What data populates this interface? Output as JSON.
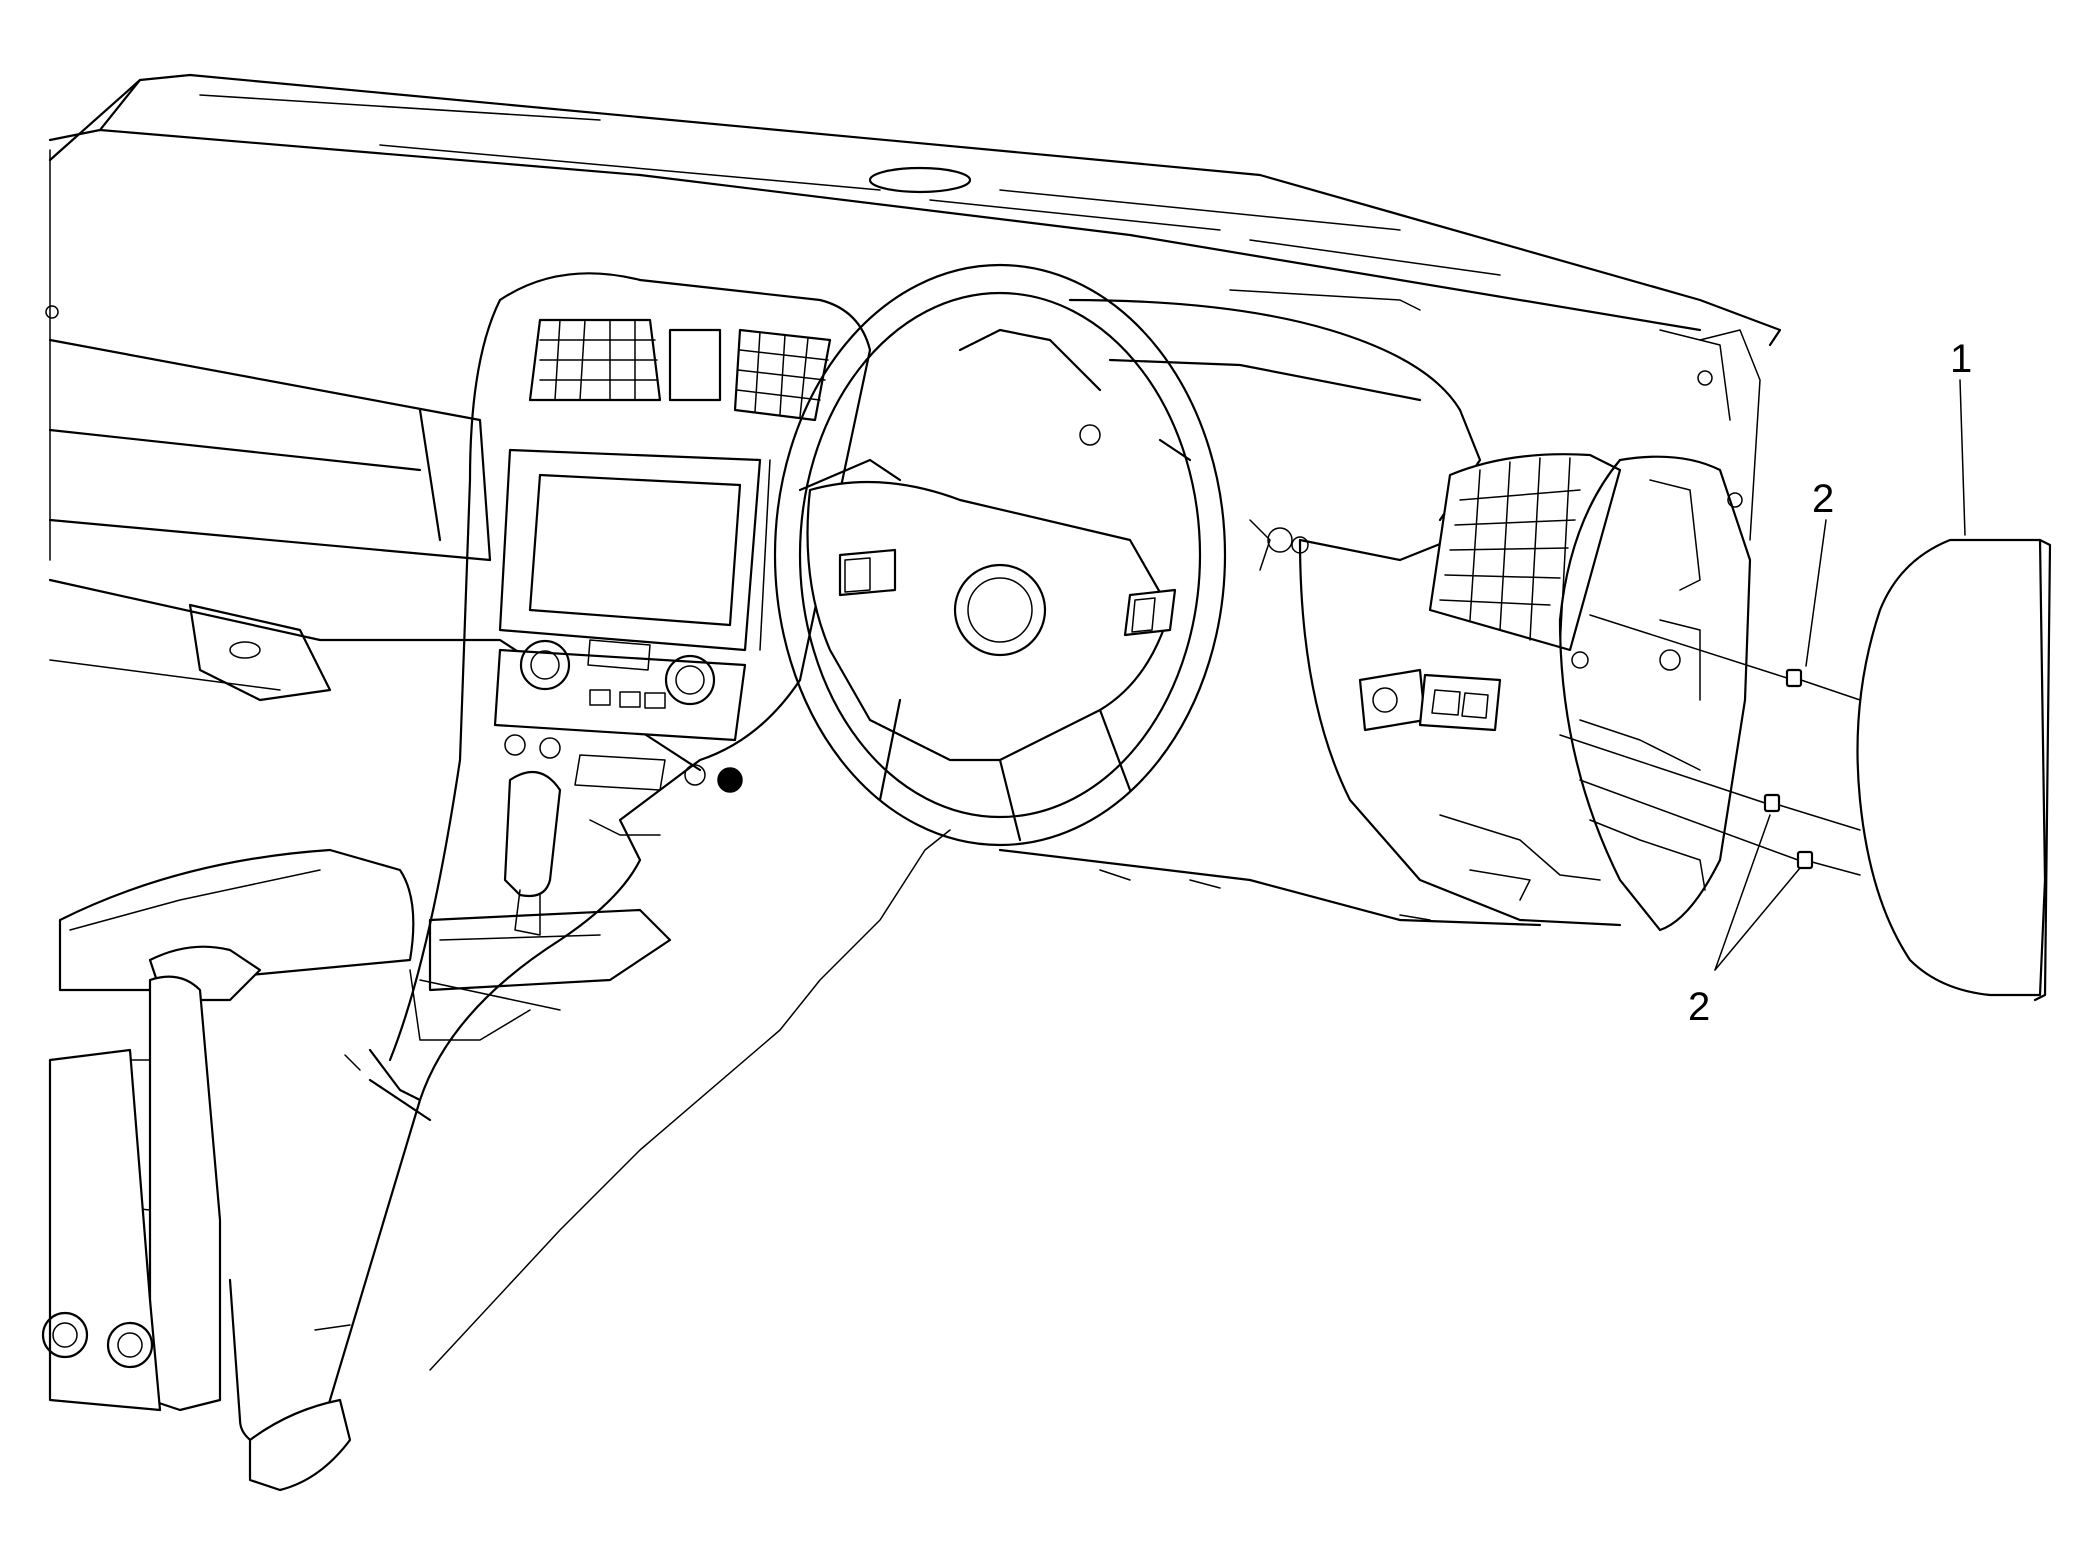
{
  "diagram": {
    "callouts": [
      {
        "id": "callout-1",
        "label": "1"
      },
      {
        "id": "callout-2-upper",
        "label": "2"
      },
      {
        "id": "callout-2-lower",
        "label": "2"
      }
    ]
  }
}
